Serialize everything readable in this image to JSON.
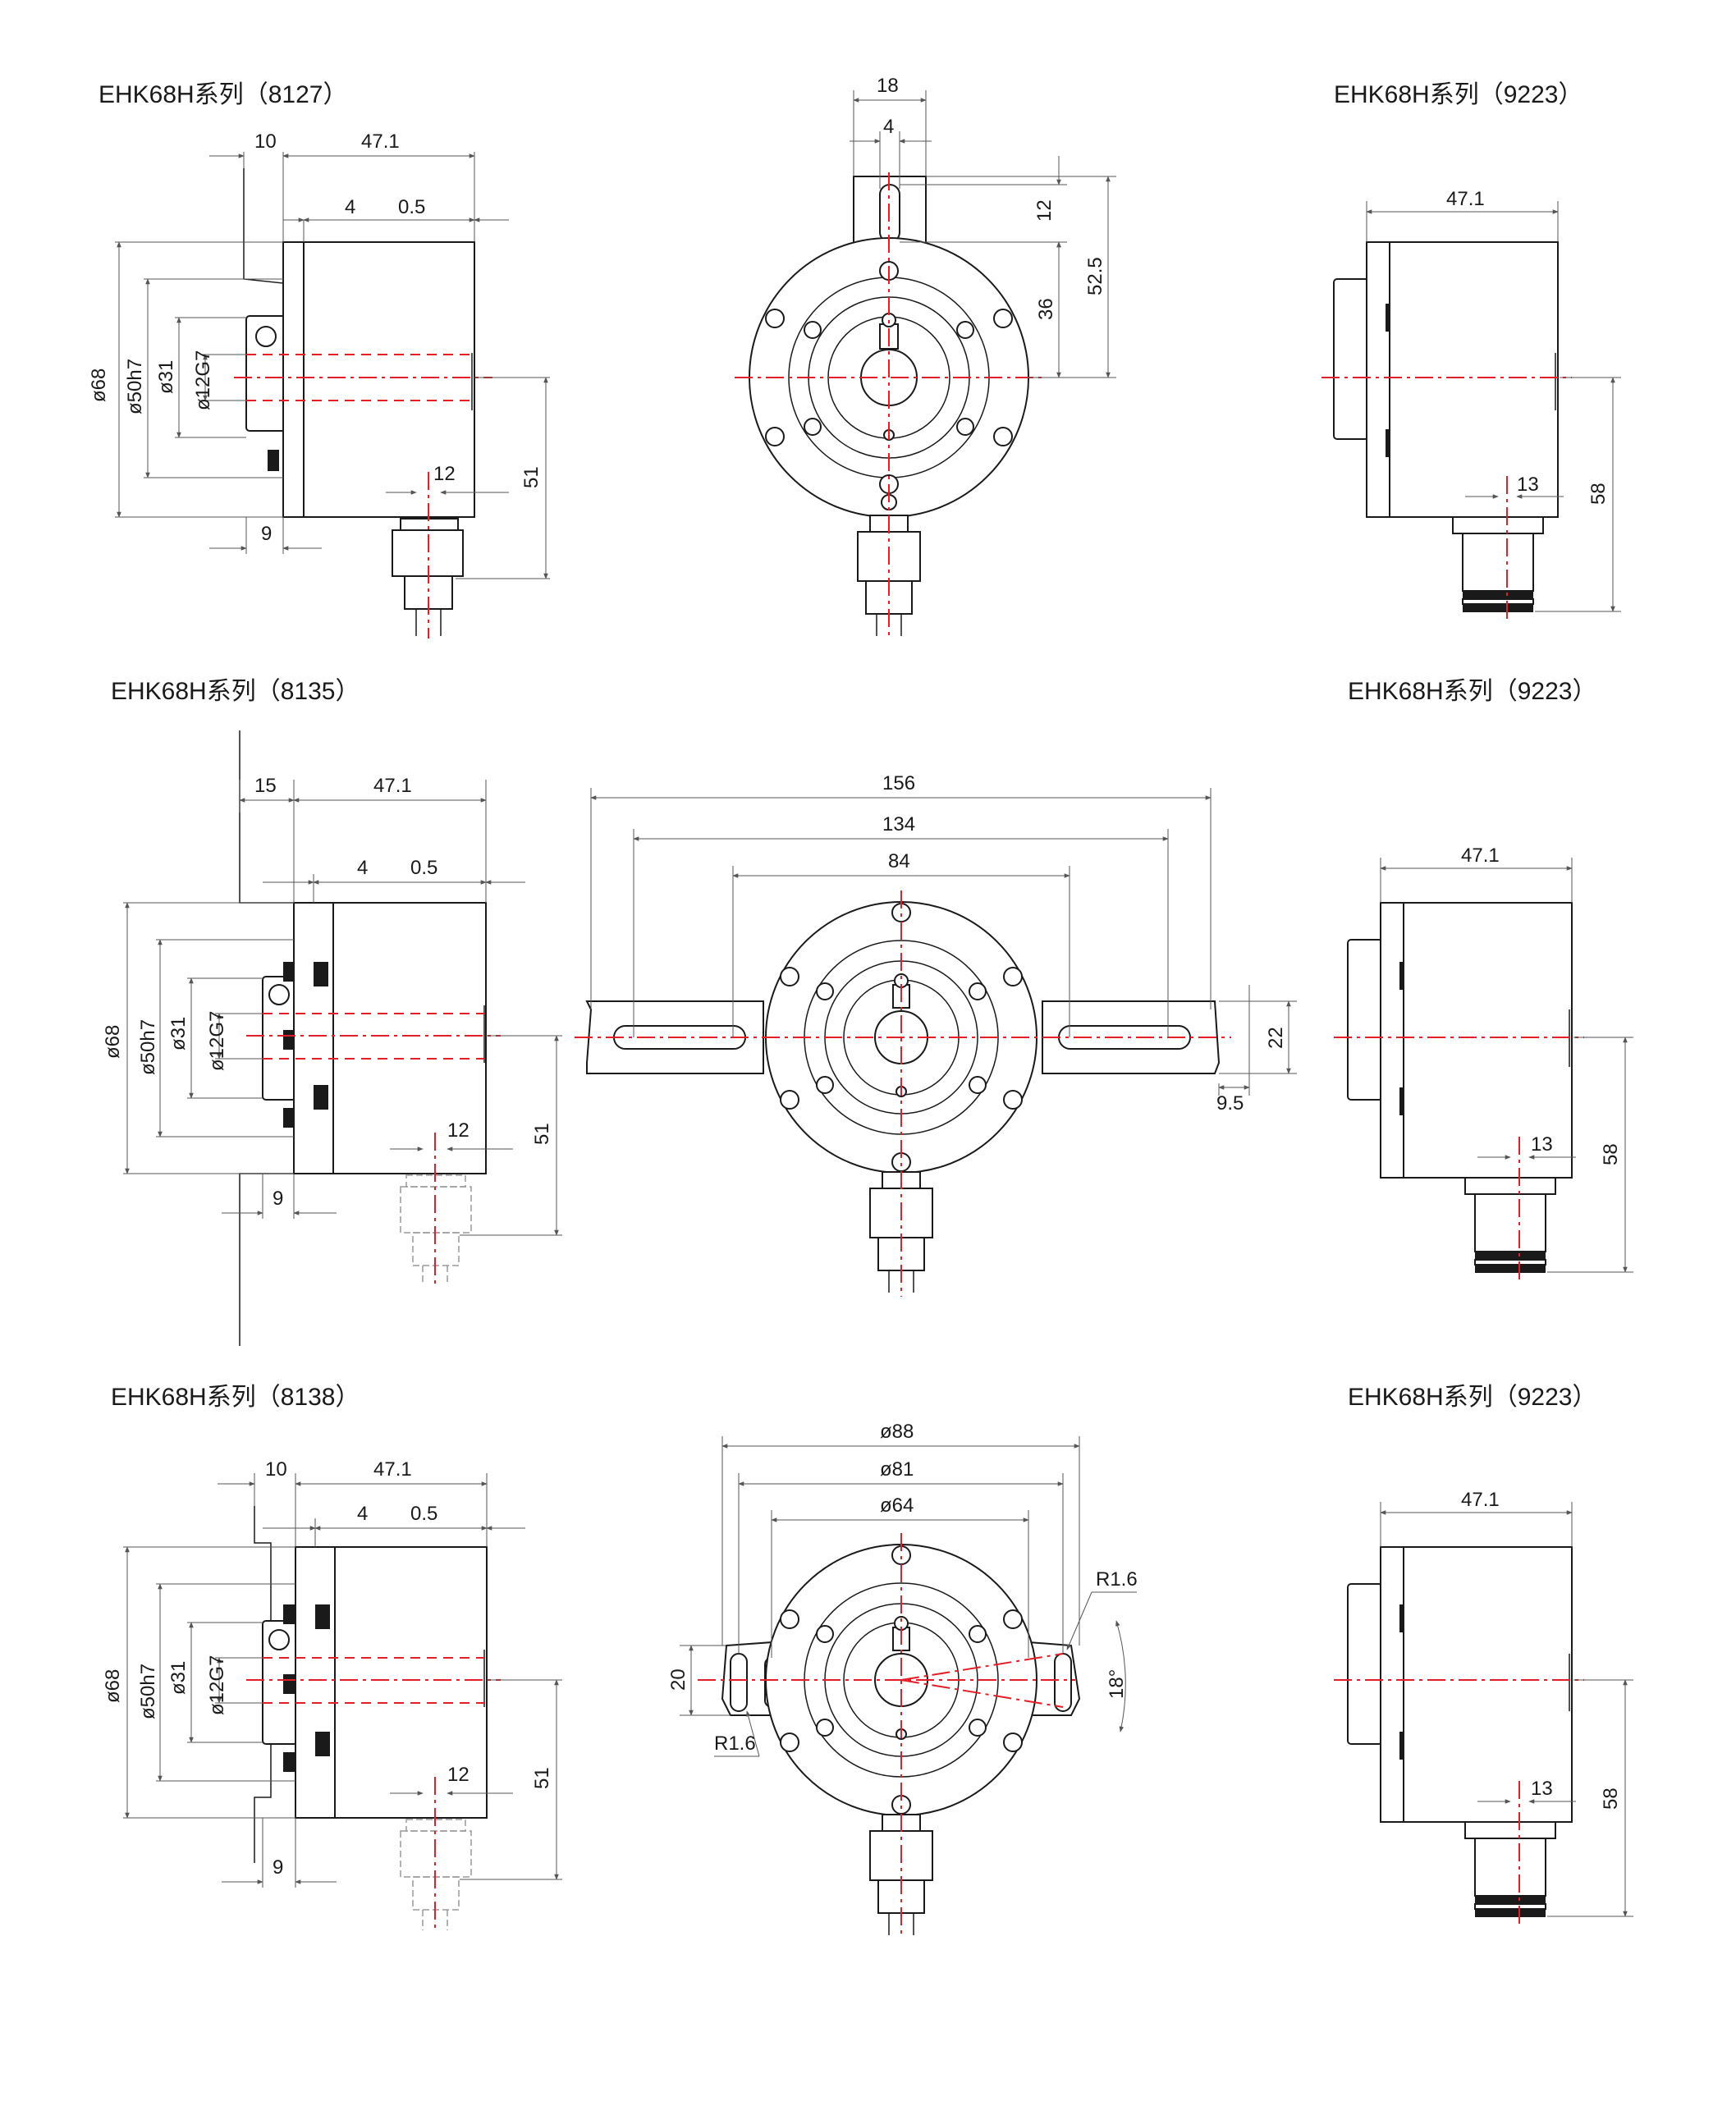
{
  "colors": {
    "line": "#1a1a1a",
    "center_line": "#e41e26",
    "dimension": "#555555"
  },
  "row1": {
    "side_title": "EHK68H系列（8127）",
    "connector_title": "EHK68H系列（9223）",
    "side_dims": {
      "d10": "10",
      "d47": "47.1",
      "d4": "4",
      "d05": "0.5",
      "d68": "ø68",
      "d50": "ø50h7",
      "d31": "ø31",
      "d12": "ø12G7",
      "d12b": "12",
      "d51": "51",
      "d9": "9"
    },
    "front_dims": {
      "d18": "18",
      "d4": "4",
      "d12": "12",
      "d36": "36",
      "d525": "52.5"
    },
    "conn_dims": {
      "d47": "47.1",
      "d13": "13",
      "d58": "58"
    }
  },
  "row2": {
    "side_title": "EHK68H系列（8135）",
    "connector_title": "EHK68H系列（9223）",
    "side_dims": {
      "d15": "15",
      "d47": "47.1",
      "d4": "4",
      "d05": "0.5",
      "d68": "ø68",
      "d50": "ø50h7",
      "d31": "ø31",
      "d12": "ø12G7",
      "d12b": "12",
      "d51": "51",
      "d9": "9"
    },
    "front_dims": {
      "d156": "156",
      "d134": "134",
      "d84": "84",
      "d22": "22",
      "d95": "9.5"
    },
    "conn_dims": {
      "d47": "47.1",
      "d13": "13",
      "d58": "58"
    }
  },
  "row3": {
    "side_title": "EHK68H系列（8138）",
    "connector_title": "EHK68H系列（9223）",
    "side_dims": {
      "d10": "10",
      "d47": "47.1",
      "d4": "4",
      "d05": "0.5",
      "d68": "ø68",
      "d50": "ø50h7",
      "d31": "ø31",
      "d12": "ø12G7",
      "d12b": "12",
      "d51": "51",
      "d9": "9"
    },
    "front_dims": {
      "d88": "ø88",
      "d81": "ø81",
      "d64": "ø64",
      "d20": "20",
      "r16a": "R1.6",
      "r16b": "R1.6",
      "d18": "18°"
    },
    "conn_dims": {
      "d47": "47.1",
      "d13": "13",
      "d58": "58"
    }
  }
}
